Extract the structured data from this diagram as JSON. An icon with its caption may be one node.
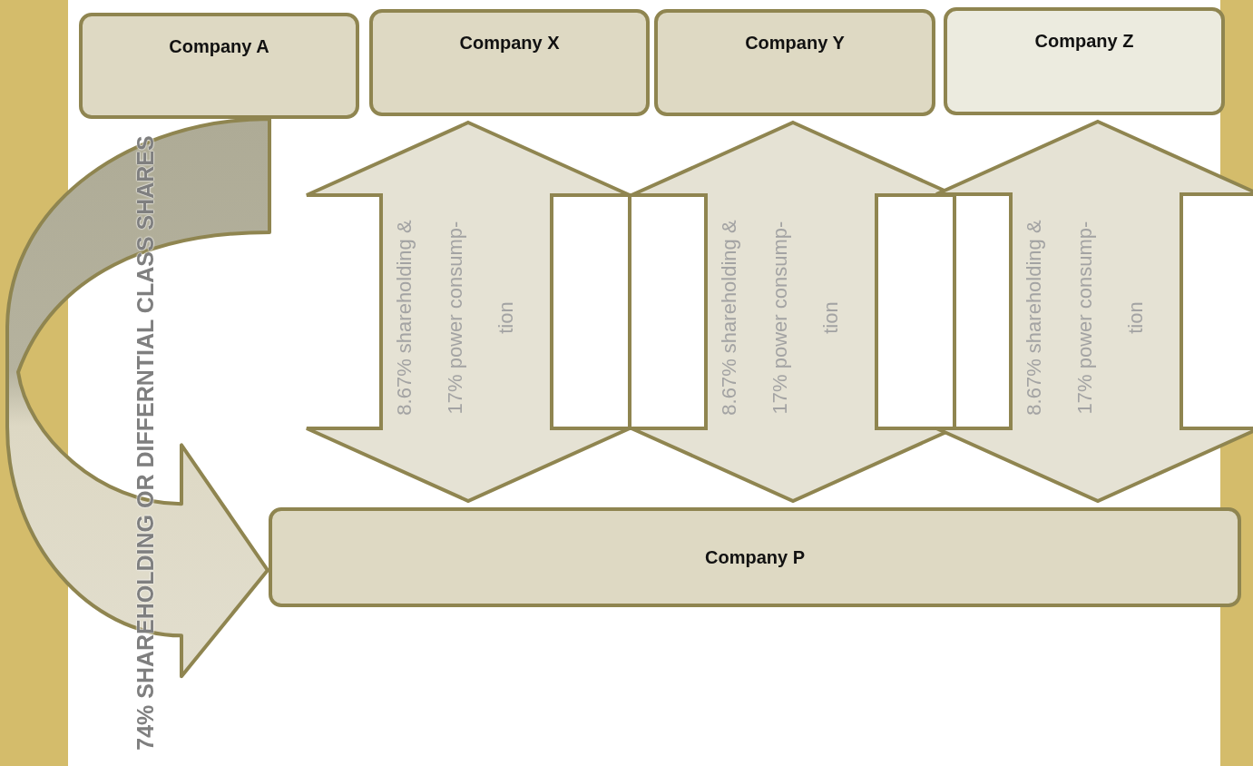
{
  "diagram": {
    "nodes": [
      {
        "text": [
          "Company A"
        ]
      },
      {
        "text": [
          "Company X"
        ]
      },
      {
        "text": [
          "Company Y"
        ]
      },
      {
        "text": [
          "Company Z"
        ]
      },
      {
        "text": [
          "Company P"
        ]
      },
      {
        "text": [],
        "shape": "bar"
      },
      {
        "text": [],
        "shape": "bar"
      }
    ],
    "edges": [
      {
        "from": 0,
        "to": 4,
        "arrow": "to",
        "label": "74% SHAREHOLDING OR DIFFERNTIAL CLASS SHARES"
      },
      {
        "from": 1,
        "to": 4,
        "arrow": "both",
        "label": "8.67% shareholding & 17% power consump- tion"
      },
      {
        "from": 2,
        "to": 4,
        "arrow": "both",
        "label": "8.67% shareholding & 17% power consump- tion"
      },
      {
        "from": 3,
        "to": 4,
        "arrow": "both",
        "label": "8.67% shareholding & 17% power consump- tion"
      }
    ]
  }
}
